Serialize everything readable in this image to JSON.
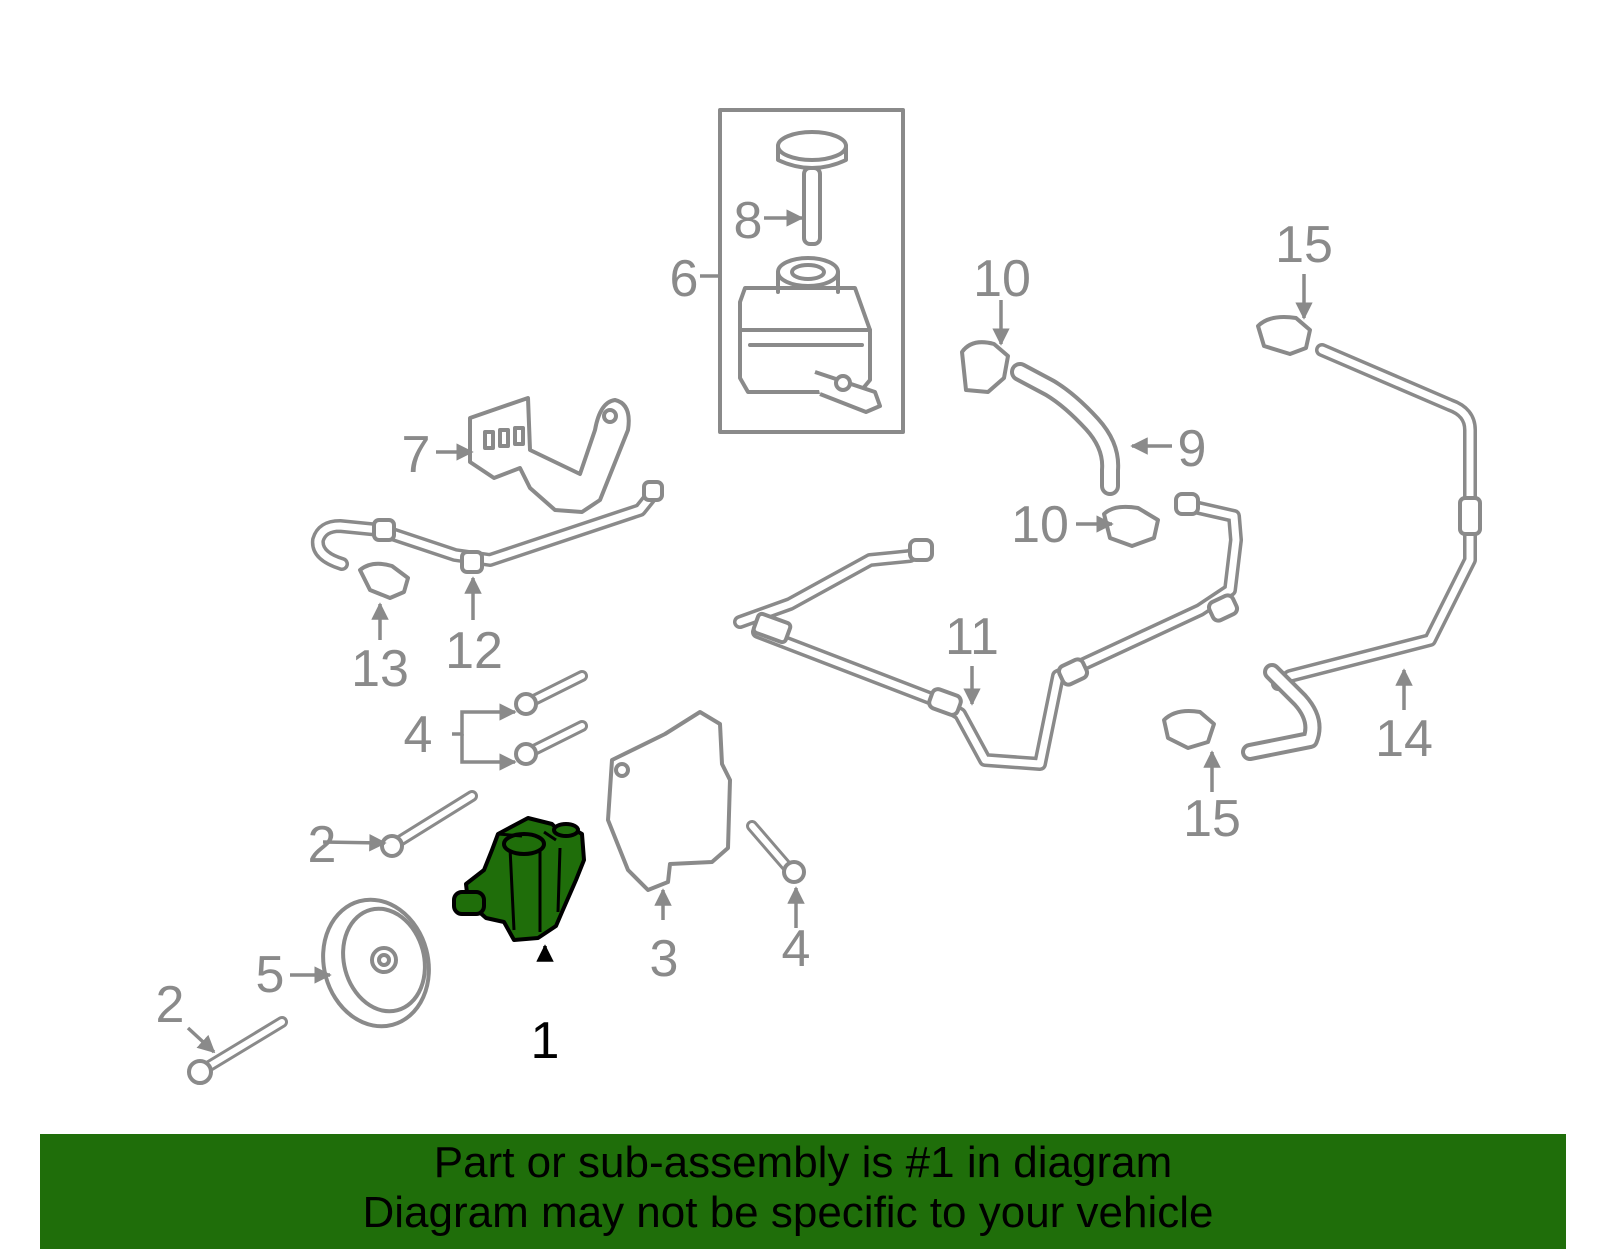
{
  "callouts": [
    "1",
    "2",
    "2",
    "2",
    "3",
    "4",
    "4",
    "4",
    "5",
    "6",
    "7",
    "8",
    "9",
    "10",
    "10",
    "11",
    "12",
    "13",
    "14",
    "15",
    "15"
  ],
  "highlight_color": "#1f6e0a",
  "banner": {
    "line1": "Part or sub-assembly is #1 in diagram",
    "line2": "Diagram may not be specific to your vehicle"
  }
}
